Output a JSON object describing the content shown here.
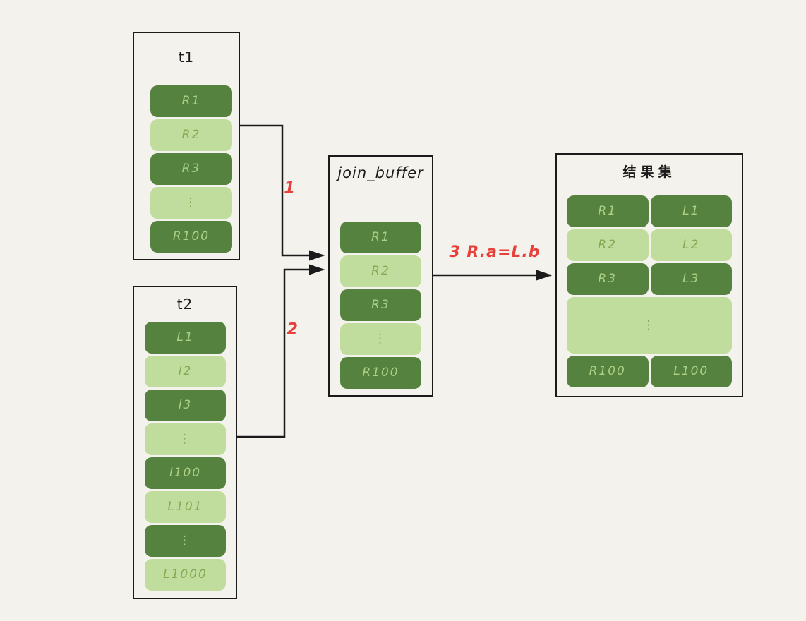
{
  "colors": {
    "bg": "#f4f2ec",
    "ink": "#1b1b1b",
    "red": "#e8413c",
    "dark": "#568240",
    "light": "#c1dd9e",
    "txtdark": "#abd086",
    "txtlight": "#83a951"
  },
  "tables": {
    "t1": {
      "title": "t1",
      "rows": [
        {
          "label": "R1",
          "shade": "dark"
        },
        {
          "label": "R2",
          "shade": "light"
        },
        {
          "label": "R3",
          "shade": "dark"
        },
        {
          "label": "⋮",
          "shade": "light"
        },
        {
          "label": "R100",
          "shade": "dark"
        }
      ]
    },
    "t2": {
      "title": "t2",
      "rows": [
        {
          "label": "L1",
          "shade": "dark"
        },
        {
          "label": "l2",
          "shade": "light"
        },
        {
          "label": "l3",
          "shade": "dark"
        },
        {
          "label": "⋮",
          "shade": "light"
        },
        {
          "label": "l100",
          "shade": "dark"
        },
        {
          "label": "L101",
          "shade": "light"
        },
        {
          "label": "⋮",
          "shade": "dark"
        },
        {
          "label": "L1000",
          "shade": "light"
        }
      ]
    },
    "join_buffer": {
      "title": "join_buffer",
      "rows": [
        {
          "label": "R1",
          "shade": "dark"
        },
        {
          "label": "R2",
          "shade": "light"
        },
        {
          "label": "R3",
          "shade": "dark"
        },
        {
          "label": "⋮",
          "shade": "light"
        },
        {
          "label": "R100",
          "shade": "dark"
        }
      ]
    },
    "result": {
      "title": "结果集",
      "rows": [
        {
          "left": "R1",
          "right": "L1",
          "shade": "dark"
        },
        {
          "left": "R2",
          "right": "L2",
          "shade": "light"
        },
        {
          "left": "R3",
          "right": "L3",
          "shade": "dark"
        },
        {
          "left": "⋮",
          "shade": "light",
          "size": "tall"
        },
        {
          "left": "R100",
          "right": "L100",
          "shade": "dark"
        }
      ]
    }
  },
  "annotations": {
    "step1": "1",
    "step2": "2",
    "step3": "3  R.a=L.b"
  }
}
